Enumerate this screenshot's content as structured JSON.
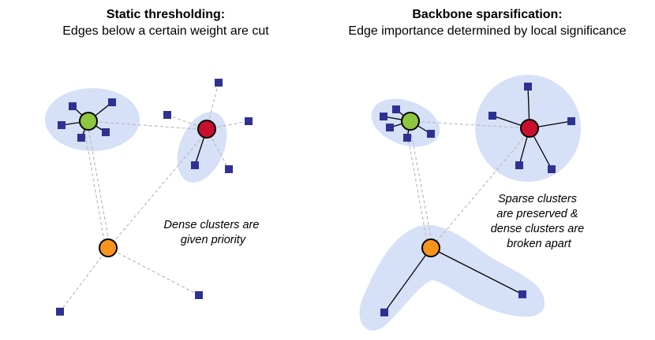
{
  "left_panel": {
    "title": "Static thresholding:",
    "subtitle": "Edges below a certain weight are cut",
    "annotation": [
      "Dense clusters are",
      "given priority"
    ]
  },
  "right_panel": {
    "title": "Backbone sparsification:",
    "subtitle": "Edge importance determined by local significance",
    "annotation": [
      "Sparse clusters",
      "are preserved &",
      "dense clusters are",
      "broken apart"
    ]
  },
  "colors": {
    "hub_green": "#8dc63f",
    "hub_red": "#c8102e",
    "hub_orange": "#f7941d",
    "leaf_node": "#2e3192",
    "cluster_fill": "#d6e0f7",
    "dashed_edge": "#bbbbbb",
    "kept_edge": "#000000"
  }
}
